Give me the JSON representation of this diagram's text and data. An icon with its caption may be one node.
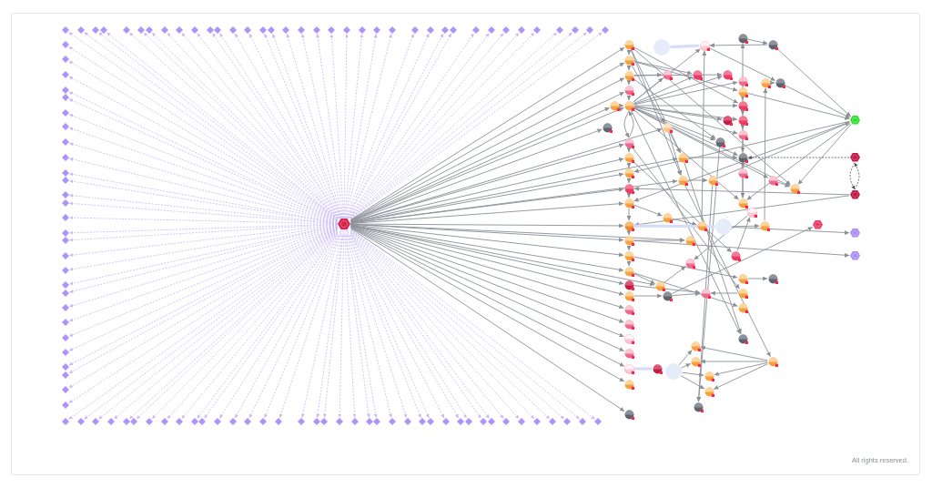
{
  "diagram": {
    "nodes": [
      {
        "text": [],
        "shape": "hexagon"
      },
      {
        "text": [],
        "shape": "diamond"
      },
      {
        "text": [],
        "shape": "diamond"
      },
      {
        "text": [],
        "shape": "diamond"
      },
      {
        "text": [],
        "shape": "diamond"
      },
      {
        "text": [],
        "shape": "diamond"
      },
      {
        "text": [],
        "shape": "diamond"
      },
      {
        "text": [],
        "shape": "diamond"
      },
      {
        "text": [],
        "shape": "diamond"
      },
      {
        "text": [],
        "shape": "diamond"
      },
      {
        "text": [],
        "shape": "diamond"
      },
      {
        "text": [],
        "shape": "diamond"
      },
      {
        "text": [],
        "shape": "diamond"
      },
      {
        "text": [],
        "shape": "diamond"
      },
      {
        "text": [],
        "shape": "diamond"
      },
      {
        "text": [],
        "shape": "diamond"
      },
      {
        "text": [],
        "shape": "diamond"
      },
      {
        "text": [],
        "shape": "diamond"
      },
      {
        "text": [],
        "shape": "diamond"
      },
      {
        "text": [],
        "shape": "diamond"
      },
      {
        "text": [],
        "shape": "diamond"
      },
      {
        "text": [],
        "shape": "diamond"
      },
      {
        "text": [],
        "shape": "diamond"
      },
      {
        "text": [],
        "shape": "diamond"
      },
      {
        "text": [],
        "shape": "diamond"
      },
      {
        "text": [],
        "shape": "diamond"
      },
      {
        "text": [],
        "shape": "diamond"
      },
      {
        "text": [],
        "shape": "diamond"
      },
      {
        "text": [],
        "shape": "diamond"
      },
      {
        "text": [],
        "shape": "diamond"
      },
      {
        "text": [],
        "shape": "diamond"
      },
      {
        "text": [],
        "shape": "diamond"
      },
      {
        "text": [],
        "shape": "diamond"
      },
      {
        "text": [],
        "shape": "diamond"
      },
      {
        "text": [],
        "shape": "diamond"
      },
      {
        "text": [],
        "shape": "diamond"
      },
      {
        "text": [],
        "shape": "diamond"
      },
      {
        "text": [],
        "shape": "diamond"
      },
      {
        "text": [],
        "shape": "diamond"
      },
      {
        "text": [],
        "shape": "diamond"
      },
      {
        "text": [],
        "shape": "diamond"
      },
      {
        "text": [],
        "shape": "diamond"
      },
      {
        "text": [],
        "shape": "diamond"
      },
      {
        "text": [],
        "shape": "diamond"
      },
      {
        "text": [],
        "shape": "diamond"
      },
      {
        "text": [],
        "shape": "diamond"
      },
      {
        "text": [],
        "shape": "diamond"
      },
      {
        "text": [],
        "shape": "diamond"
      },
      {
        "text": [],
        "shape": "diamond"
      },
      {
        "text": [],
        "shape": "diamond"
      },
      {
        "text": [],
        "shape": "diamond"
      },
      {
        "text": [],
        "shape": "diamond"
      },
      {
        "text": [],
        "shape": "diamond"
      },
      {
        "text": [],
        "shape": "diamond"
      },
      {
        "text": [],
        "shape": "diamond"
      },
      {
        "text": [],
        "shape": "diamond"
      },
      {
        "text": [],
        "shape": "diamond"
      },
      {
        "text": [],
        "shape": "diamond"
      },
      {
        "text": [],
        "shape": "diamond"
      },
      {
        "text": [],
        "shape": "diamond"
      },
      {
        "text": [],
        "shape": "diamond"
      },
      {
        "text": [],
        "shape": "diamond"
      },
      {
        "text": [],
        "shape": "diamond"
      },
      {
        "text": [],
        "shape": "diamond"
      },
      {
        "text": [],
        "shape": "diamond"
      },
      {
        "text": [],
        "shape": "diamond"
      },
      {
        "text": [],
        "shape": "diamond"
      },
      {
        "text": [],
        "shape": "diamond"
      },
      {
        "text": [],
        "shape": "diamond"
      },
      {
        "text": [],
        "shape": "diamond"
      },
      {
        "text": [],
        "shape": "diamond"
      },
      {
        "text": [],
        "shape": "diamond"
      },
      {
        "text": [],
        "shape": "diamond"
      },
      {
        "text": [],
        "shape": "diamond"
      },
      {
        "text": [],
        "shape": "diamond"
      },
      {
        "text": [],
        "shape": "diamond"
      },
      {
        "text": [],
        "shape": "diamond"
      },
      {
        "text": [],
        "shape": "diamond"
      },
      {
        "text": [],
        "shape": "diamond"
      },
      {
        "text": [],
        "shape": "diamond"
      },
      {
        "text": [],
        "shape": "diamond"
      },
      {
        "text": [],
        "shape": "diamond"
      },
      {
        "text": [],
        "shape": "diamond"
      },
      {
        "text": [],
        "shape": "diamond"
      },
      {
        "text": [],
        "shape": "diamond"
      },
      {
        "text": [],
        "shape": "diamond"
      },
      {
        "text": [],
        "shape": "diamond"
      },
      {
        "text": [],
        "shape": "diamond"
      },
      {
        "text": [],
        "shape": "diamond"
      },
      {
        "text": [],
        "shape": "diamond"
      },
      {
        "text": [],
        "shape": "diamond"
      },
      {
        "text": [],
        "shape": "diamond"
      },
      {
        "text": [],
        "shape": "diamond"
      },
      {
        "text": [],
        "shape": "diamond"
      },
      {
        "text": [],
        "shape": "diamond"
      },
      {
        "text": [],
        "shape": "diamond"
      },
      {
        "text": [],
        "shape": "diamond"
      },
      {
        "text": [],
        "shape": "diamond"
      },
      {
        "text": [],
        "shape": "diamond"
      },
      {
        "text": [],
        "shape": "diamond"
      },
      {
        "text": [],
        "shape": "diamond"
      },
      {
        "text": [],
        "shape": "diamond"
      },
      {
        "text": [],
        "shape": "diamond"
      },
      {
        "text": [],
        "shape": "diamond"
      },
      {
        "text": [],
        "shape": "diamond"
      },
      {
        "text": [],
        "shape": "circle"
      },
      {
        "text": [],
        "shape": "circle"
      },
      {
        "text": [],
        "shape": "circle"
      },
      {
        "text": [],
        "shape": "circle"
      },
      {
        "text": [],
        "shape": "circle"
      },
      {
        "text": [],
        "shape": "circle"
      },
      {
        "text": [],
        "shape": "circle"
      },
      {
        "text": [],
        "shape": "circle"
      },
      {
        "text": [],
        "shape": "circle"
      },
      {
        "text": [],
        "shape": "circle"
      },
      {
        "text": [],
        "shape": "circle"
      },
      {
        "text": [],
        "shape": "circle"
      },
      {
        "text": [],
        "shape": "circle"
      },
      {
        "text": [],
        "shape": "circle"
      },
      {
        "text": [],
        "shape": "circle"
      },
      {
        "text": [],
        "shape": "circle"
      },
      {
        "text": [],
        "shape": "circle"
      },
      {
        "text": [],
        "shape": "circle"
      },
      {
        "text": [],
        "shape": "circle"
      },
      {
        "text": [],
        "shape": "circle"
      },
      {
        "text": [],
        "shape": "circle"
      },
      {
        "text": [],
        "shape": "circle"
      },
      {
        "text": [],
        "shape": "circle"
      },
      {
        "text": [],
        "shape": "circle"
      },
      {
        "text": [],
        "shape": "circle"
      },
      {
        "text": [],
        "shape": "circle"
      },
      {
        "text": [],
        "shape": "circle"
      },
      {
        "text": [],
        "shape": "circle"
      },
      {
        "text": [],
        "shape": "circle"
      },
      {
        "text": [],
        "shape": "circle"
      },
      {
        "text": [],
        "shape": "circle"
      },
      {
        "text": [],
        "shape": "circle"
      },
      {
        "text": [],
        "shape": "circle"
      },
      {
        "text": [],
        "shape": "circle"
      },
      {
        "text": [],
        "shape": "circle"
      },
      {
        "text": [],
        "shape": "circle"
      },
      {
        "text": [],
        "shape": "circle"
      },
      {
        "text": [],
        "shape": "circle"
      },
      {
        "text": [],
        "shape": "hexagon"
      },
      {
        "text": [],
        "shape": "circle"
      },
      {
        "text": [],
        "shape": "circle"
      },
      {
        "text": [],
        "shape": "circle"
      },
      {
        "text": [],
        "shape": "circle"
      },
      {
        "text": [],
        "shape": "circle"
      },
      {
        "text": [],
        "shape": "circle"
      },
      {
        "text": [],
        "shape": "hexagon"
      },
      {
        "text": [],
        "shape": "circle"
      },
      {
        "text": [],
        "shape": "circle"
      },
      {
        "text": [],
        "shape": "circle"
      },
      {
        "text": [],
        "shape": "circle"
      },
      {
        "text": [],
        "shape": "circle"
      },
      {
        "text": [],
        "shape": "hexagon"
      },
      {
        "text": [],
        "shape": "circle"
      },
      {
        "text": [],
        "shape": "circle"
      },
      {
        "text": [],
        "shape": "circle"
      },
      {
        "text": [],
        "shape": "hexagon"
      },
      {
        "text": [],
        "shape": "circle"
      },
      {
        "text": [],
        "shape": "circle"
      },
      {
        "text": [],
        "shape": "circle"
      },
      {
        "text": [],
        "shape": "circle"
      },
      {
        "text": [],
        "shape": "hexagon"
      },
      {
        "text": [],
        "shape": "hexagon"
      },
      {
        "text": [],
        "shape": "circle"
      },
      {
        "text": [],
        "shape": "circle"
      },
      {
        "text": [],
        "shape": "circle"
      },
      {
        "text": [],
        "shape": "circle"
      },
      {
        "text": [],
        "shape": "circle"
      },
      {
        "text": [],
        "shape": "circle"
      },
      {
        "text": [],
        "shape": "circle"
      },
      {
        "text": [],
        "shape": "circle"
      },
      {
        "text": [],
        "shape": "circle"
      },
      {
        "text": [],
        "shape": "circle"
      },
      {
        "text": [],
        "shape": "circle"
      },
      {
        "text": [],
        "shape": "circle"
      },
      {
        "text": [],
        "shape": "circle"
      },
      {
        "text": [],
        "shape": "circle"
      },
      {
        "text": [],
        "shape": "circle"
      },
      {
        "text": [],
        "shape": "circle"
      },
      {
        "text": [],
        "shape": "circle"
      },
      {
        "text": [],
        "shape": "circle"
      }
    ],
    "edges": [
      {
        "from": 0,
        "to": 1,
        "arrow": "to",
        "style": "dashed",
        "color": "#c4b8f6"
      },
      {
        "from": 0,
        "to": 2,
        "arrow": "to",
        "style": "dashed",
        "color": "#c4b8f6"
      },
      {
        "from": 0,
        "to": 3,
        "arrow": "to",
        "style": "dashed",
        "color": "#c4b8f6"
      },
      {
        "from": 0,
        "to": 4,
        "arrow": "to",
        "style": "dashed",
        "color": "#c4b8f6"
      },
      {
        "from": 0,
        "to": 5,
        "arrow": "to",
        "style": "dashed",
        "color": "#c4b8f6"
      },
      {
        "from": 0,
        "to": 6,
        "arrow": "to",
        "style": "dashed",
        "color": "#c4b8f6"
      },
      {
        "from": 0,
        "to": 7,
        "arrow": "to",
        "style": "dashed",
        "color": "#c4b8f6"
      },
      {
        "from": 0,
        "to": 8,
        "arrow": "to",
        "style": "dashed",
        "color": "#c4b8f6"
      },
      {
        "from": 0,
        "to": 9,
        "arrow": "to",
        "style": "dashed",
        "color": "#c4b8f6"
      },
      {
        "from": 0,
        "to": 10,
        "arrow": "to",
        "style": "dashed",
        "color": "#c4b8f6"
      },
      {
        "from": 0,
        "to": 11,
        "arrow": "to",
        "style": "dashed",
        "color": "#c4b8f6"
      },
      {
        "from": 0,
        "to": 12,
        "arrow": "to",
        "style": "dashed",
        "color": "#c4b8f6"
      },
      {
        "from": 0,
        "to": 13,
        "arrow": "to",
        "style": "dashed",
        "color": "#c4b8f6"
      },
      {
        "from": 0,
        "to": 14,
        "arrow": "to",
        "style": "dashed",
        "color": "#c4b8f6"
      },
      {
        "from": 0,
        "to": 15,
        "arrow": "to",
        "style": "dashed",
        "color": "#c4b8f6"
      },
      {
        "from": 0,
        "to": 16,
        "arrow": "to",
        "style": "dashed",
        "color": "#c4b8f6"
      },
      {
        "from": 0,
        "to": 17,
        "arrow": "to",
        "style": "dashed",
        "color": "#c4b8f6"
      },
      {
        "from": 0,
        "to": 18,
        "arrow": "to",
        "style": "dashed",
        "color": "#c4b8f6"
      },
      {
        "from": 0,
        "to": 19,
        "arrow": "to",
        "style": "dashed",
        "color": "#c4b8f6"
      },
      {
        "from": 0,
        "to": 20,
        "arrow": "to",
        "style": "dashed",
        "color": "#c4b8f6"
      },
      {
        "from": 0,
        "to": 21,
        "arrow": "to",
        "style": "dashed",
        "color": "#c4b8f6"
      },
      {
        "from": 0,
        "to": 22,
        "arrow": "to",
        "style": "dashed",
        "color": "#c4b8f6"
      },
      {
        "from": 0,
        "to": 23,
        "arrow": "to",
        "style": "dashed",
        "color": "#c4b8f6"
      },
      {
        "from": 0,
        "to": 24,
        "arrow": "to",
        "style": "dashed",
        "color": "#c4b8f6"
      },
      {
        "from": 0,
        "to": 25,
        "arrow": "to",
        "style": "dashed",
        "color": "#c4b8f6"
      },
      {
        "from": 0,
        "to": 26,
        "arrow": "to",
        "style": "dashed",
        "color": "#c4b8f6"
      },
      {
        "from": 0,
        "to": 27,
        "arrow": "to",
        "style": "dashed",
        "color": "#c4b8f6"
      },
      {
        "from": 0,
        "to": 28,
        "arrow": "to",
        "style": "dashed",
        "color": "#c4b8f6"
      },
      {
        "from": 0,
        "to": 29,
        "arrow": "to",
        "style": "dashed",
        "color": "#c4b8f6"
      },
      {
        "from": 0,
        "to": 30,
        "arrow": "to",
        "style": "dashed",
        "color": "#c4b8f6"
      },
      {
        "from": 0,
        "to": 31,
        "arrow": "to",
        "style": "dashed",
        "color": "#c4b8f6"
      },
      {
        "from": 0,
        "to": 32,
        "arrow": "to",
        "style": "dashed",
        "color": "#c4b8f6"
      },
      {
        "from": 0,
        "to": 33,
        "arrow": "to",
        "style": "dashed",
        "color": "#c4b8f6"
      },
      {
        "from": 0,
        "to": 34,
        "arrow": "to",
        "style": "dashed",
        "color": "#c4b8f6"
      },
      {
        "from": 0,
        "to": 35,
        "arrow": "to",
        "style": "dashed",
        "color": "#c4b8f6"
      },
      {
        "from": 0,
        "to": 36,
        "arrow": "to",
        "style": "dashed",
        "color": "#c4b8f6"
      },
      {
        "from": 0,
        "to": 37,
        "arrow": "to",
        "style": "dashed",
        "color": "#c4b8f6"
      },
      {
        "from": 0,
        "to": 38,
        "arrow": "to",
        "style": "dashed",
        "color": "#c4b8f6"
      },
      {
        "from": 0,
        "to": 39,
        "arrow": "to",
        "style": "dashed",
        "color": "#c4b8f6"
      },
      {
        "from": 0,
        "to": 40,
        "arrow": "to",
        "style": "dashed",
        "color": "#c4b8f6"
      },
      {
        "from": 0,
        "to": 41,
        "arrow": "to",
        "style": "dashed",
        "color": "#c4b8f6"
      },
      {
        "from": 0,
        "to": 42,
        "arrow": "to",
        "style": "dashed",
        "color": "#c4b8f6"
      },
      {
        "from": 0,
        "to": 43,
        "arrow": "to",
        "style": "dashed",
        "color": "#c4b8f6"
      },
      {
        "from": 0,
        "to": 44,
        "arrow": "to",
        "style": "dashed",
        "color": "#c4b8f6"
      },
      {
        "from": 0,
        "to": 45,
        "arrow": "to",
        "style": "dashed",
        "color": "#c4b8f6"
      },
      {
        "from": 0,
        "to": 46,
        "arrow": "to",
        "style": "dashed",
        "color": "#c4b8f6"
      },
      {
        "from": 0,
        "to": 47,
        "arrow": "to",
        "style": "dashed",
        "color": "#c4b8f6"
      },
      {
        "from": 0,
        "to": 48,
        "arrow": "to",
        "style": "dashed",
        "color": "#c4b8f6"
      },
      {
        "from": 0,
        "to": 49,
        "arrow": "to",
        "style": "dashed",
        "color": "#c4b8f6"
      },
      {
        "from": 0,
        "to": 50,
        "arrow": "to",
        "style": "dashed",
        "color": "#c4b8f6"
      },
      {
        "from": 0,
        "to": 51,
        "arrow": "to",
        "style": "dashed",
        "color": "#c4b8f6"
      },
      {
        "from": 0,
        "to": 52,
        "arrow": "to",
        "style": "dashed",
        "color": "#c4b8f6"
      },
      {
        "from": 0,
        "to": 53,
        "arrow": "to",
        "style": "dashed",
        "color": "#c4b8f6"
      },
      {
        "from": 0,
        "to": 54,
        "arrow": "to",
        "style": "dashed",
        "color": "#c4b8f6"
      },
      {
        "from": 0,
        "to": 55,
        "arrow": "to",
        "style": "dashed",
        "color": "#c4b8f6"
      },
      {
        "from": 0,
        "to": 56,
        "arrow": "to",
        "style": "dashed",
        "color": "#c4b8f6"
      },
      {
        "from": 0,
        "to": 57,
        "arrow": "to",
        "style": "dashed",
        "color": "#c4b8f6"
      },
      {
        "from": 0,
        "to": 58,
        "arrow": "to",
        "style": "dashed",
        "color": "#c4b8f6"
      },
      {
        "from": 0,
        "to": 59,
        "arrow": "to",
        "style": "dashed",
        "color": "#c4b8f6"
      },
      {
        "from": 0,
        "to": 60,
        "arrow": "to",
        "style": "dashed",
        "color": "#c4b8f6"
      },
      {
        "from": 0,
        "to": 61,
        "arrow": "to",
        "style": "dashed",
        "color": "#c4b8f6"
      },
      {
        "from": 0,
        "to": 62,
        "arrow": "to",
        "style": "dashed",
        "color": "#c4b8f6"
      },
      {
        "from": 0,
        "to": 63,
        "arrow": "to",
        "style": "dashed",
        "color": "#c4b8f6"
      },
      {
        "from": 0,
        "to": 64,
        "arrow": "to",
        "style": "dashed",
        "color": "#c4b8f6"
      },
      {
        "from": 0,
        "to": 65,
        "arrow": "to",
        "style": "dashed",
        "color": "#c4b8f6"
      },
      {
        "from": 0,
        "to": 66,
        "arrow": "to",
        "style": "dashed",
        "color": "#c4b8f6"
      },
      {
        "from": 0,
        "to": 67,
        "arrow": "to",
        "style": "dashed",
        "color": "#c4b8f6"
      },
      {
        "from": 0,
        "to": 68,
        "arrow": "to",
        "style": "dashed",
        "color": "#c4b8f6"
      },
      {
        "from": 0,
        "to": 69,
        "arrow": "to",
        "style": "dashed",
        "color": "#c4b8f6"
      },
      {
        "from": 0,
        "to": 70,
        "arrow": "to",
        "style": "dashed",
        "color": "#c4b8f6"
      },
      {
        "from": 0,
        "to": 71,
        "arrow": "to",
        "style": "dashed",
        "color": "#c4b8f6"
      },
      {
        "from": 0,
        "to": 72,
        "arrow": "to",
        "style": "dashed",
        "color": "#c4b8f6"
      },
      {
        "from": 0,
        "to": 73,
        "arrow": "to",
        "style": "dashed",
        "color": "#c4b8f6"
      },
      {
        "from": 0,
        "to": 74,
        "arrow": "to",
        "style": "dashed",
        "color": "#c4b8f6"
      },
      {
        "from": 0,
        "to": 75,
        "arrow": "to",
        "style": "dashed",
        "color": "#c4b8f6"
      },
      {
        "from": 0,
        "to": 76,
        "arrow": "to",
        "style": "dashed",
        "color": "#c4b8f6"
      },
      {
        "from": 0,
        "to": 77,
        "arrow": "to",
        "style": "dashed",
        "color": "#c4b8f6"
      },
      {
        "from": 0,
        "to": 78,
        "arrow": "to",
        "style": "dashed",
        "color": "#c4b8f6"
      },
      {
        "from": 0,
        "to": 79,
        "arrow": "to",
        "style": "dashed",
        "color": "#c4b8f6"
      },
      {
        "from": 0,
        "to": 80,
        "arrow": "to",
        "style": "dashed",
        "color": "#c4b8f6"
      },
      {
        "from": 0,
        "to": 81,
        "arrow": "to",
        "style": "dashed",
        "color": "#c4b8f6"
      },
      {
        "from": 0,
        "to": 82,
        "arrow": "to",
        "style": "dashed",
        "color": "#c4b8f6"
      },
      {
        "from": 0,
        "to": 83,
        "arrow": "to",
        "style": "dashed",
        "color": "#c4b8f6"
      },
      {
        "from": 0,
        "to": 84,
        "arrow": "to",
        "style": "dashed",
        "color": "#c4b8f6"
      },
      {
        "from": 0,
        "to": 85,
        "arrow": "to",
        "style": "dashed",
        "color": "#c4b8f6"
      },
      {
        "from": 0,
        "to": 86,
        "arrow": "to",
        "style": "dashed",
        "color": "#c4b8f6"
      },
      {
        "from": 0,
        "to": 87,
        "arrow": "to",
        "style": "dashed",
        "color": "#c4b8f6"
      },
      {
        "from": 0,
        "to": 88,
        "arrow": "to",
        "style": "dashed",
        "color": "#c4b8f6"
      },
      {
        "from": 0,
        "to": 89,
        "arrow": "to",
        "style": "dashed",
        "color": "#c4b8f6"
      },
      {
        "from": 0,
        "to": 90,
        "arrow": "to",
        "style": "dashed",
        "color": "#c4b8f6"
      },
      {
        "from": 0,
        "to": 91,
        "arrow": "to",
        "style": "dashed",
        "color": "#c4b8f6"
      },
      {
        "from": 0,
        "to": 92,
        "arrow": "to",
        "style": "dashed",
        "color": "#c4b8f6"
      },
      {
        "from": 0,
        "to": 93,
        "arrow": "to",
        "style": "dashed",
        "color": "#c4b8f6"
      },
      {
        "from": 0,
        "to": 94,
        "arrow": "to",
        "style": "dashed",
        "color": "#c4b8f6"
      },
      {
        "from": 0,
        "to": 95,
        "arrow": "to",
        "style": "dashed",
        "color": "#c4b8f6"
      },
      {
        "from": 0,
        "to": 96,
        "arrow": "to",
        "style": "dashed",
        "color": "#c4b8f6"
      },
      {
        "from": 0,
        "to": 97,
        "arrow": "to",
        "style": "dashed",
        "color": "#c4b8f6"
      },
      {
        "from": 0,
        "to": 98,
        "arrow": "to",
        "style": "dashed",
        "color": "#c4b8f6"
      },
      {
        "from": 0,
        "to": 99,
        "arrow": "to",
        "style": "dashed",
        "color": "#c4b8f6"
      },
      {
        "from": 0,
        "to": 100,
        "arrow": "to",
        "style": "dashed",
        "color": "#c4b8f6"
      },
      {
        "from": 0,
        "to": 101,
        "arrow": "to",
        "style": "dashed",
        "color": "#c4b8f6"
      },
      {
        "from": 0,
        "to": 102,
        "arrow": "to",
        "style": "dashed",
        "color": "#c4b8f6"
      },
      {
        "from": 0,
        "to": 103,
        "arrow": "to",
        "style": "dashed",
        "color": "#c4b8f6"
      },
      {
        "from": 0,
        "to": 104,
        "arrow": "to",
        "style": "dashed",
        "color": "#c4b8f6"
      },
      {
        "from": 0,
        "to": 105,
        "arrow": "to"
      },
      {
        "from": 0,
        "to": 106,
        "arrow": "to"
      },
      {
        "from": 0,
        "to": 107,
        "arrow": "to"
      },
      {
        "from": 0,
        "to": 108,
        "arrow": "to"
      },
      {
        "from": 0,
        "to": 109,
        "arrow": "to"
      },
      {
        "from": 0,
        "to": 110,
        "arrow": "to"
      },
      {
        "from": 0,
        "to": 111,
        "arrow": "to"
      },
      {
        "from": 0,
        "to": 112,
        "arrow": "to"
      },
      {
        "from": 0,
        "to": 113,
        "arrow": "to"
      },
      {
        "from": 0,
        "to": 114,
        "arrow": "to"
      },
      {
        "from": 0,
        "to": 115,
        "arrow": "to"
      },
      {
        "from": 0,
        "to": 116,
        "arrow": "to"
      },
      {
        "from": 0,
        "to": 117,
        "arrow": "to"
      },
      {
        "from": 0,
        "to": 118,
        "arrow": "to"
      },
      {
        "from": 0,
        "to": 119,
        "arrow": "to"
      },
      {
        "from": 0,
        "to": 120,
        "arrow": "to"
      },
      {
        "from": 0,
        "to": 121,
        "arrow": "to"
      },
      {
        "from": 0,
        "to": 122,
        "arrow": "to"
      },
      {
        "from": 0,
        "to": 123,
        "arrow": "to"
      },
      {
        "from": 0,
        "to": 124,
        "arrow": "to"
      },
      {
        "from": 0,
        "to": 125,
        "arrow": "to"
      },
      {
        "from": 0,
        "to": 126,
        "arrow": "to"
      },
      {
        "from": 0,
        "to": 127,
        "arrow": "to"
      },
      {
        "from": 0,
        "to": 139,
        "arrow": "to"
      },
      {
        "from": 0,
        "to": 144,
        "arrow": "to"
      },
      {
        "from": 0,
        "to": 145,
        "arrow": "to"
      },
      {
        "from": 0,
        "to": 148,
        "arrow": "to"
      },
      {
        "from": 0,
        "to": 152,
        "arrow": "to"
      },
      {
        "from": 0,
        "to": 164,
        "arrow": "to"
      },
      {
        "from": 0,
        "to": 171,
        "arrow": "to"
      },
      {
        "from": 105,
        "to": 106,
        "arrow": "to"
      },
      {
        "from": 106,
        "to": 107,
        "arrow": "to"
      },
      {
        "from": 107,
        "to": 108,
        "arrow": "to"
      },
      {
        "from": 108,
        "to": 109,
        "arrow": "to"
      },
      {
        "from": 109,
        "to": 110,
        "arrow": "to"
      },
      {
        "from": 110,
        "to": 109,
        "arrow": "to"
      },
      {
        "from": 110,
        "to": 111,
        "arrow": "to"
      },
      {
        "from": 111,
        "to": 112,
        "arrow": "to"
      },
      {
        "from": 112,
        "to": 113,
        "arrow": "to"
      },
      {
        "from": 113,
        "to": 114,
        "arrow": "to"
      },
      {
        "from": 114,
        "to": 115,
        "arrow": "to"
      },
      {
        "from": 115,
        "to": 116,
        "arrow": "to"
      },
      {
        "from": 116,
        "to": 117,
        "arrow": "to"
      },
      {
        "from": 117,
        "to": 118,
        "arrow": "to"
      },
      {
        "from": 139,
        "to": 109,
        "arrow": "to"
      },
      {
        "from": 109,
        "to": 129,
        "arrow": "to"
      },
      {
        "from": 109,
        "to": 132,
        "arrow": "to"
      },
      {
        "from": 109,
        "to": 133,
        "arrow": "to"
      },
      {
        "from": 109,
        "to": 134,
        "arrow": "to"
      },
      {
        "from": 109,
        "to": 135,
        "arrow": "to"
      },
      {
        "from": 109,
        "to": 140,
        "arrow": "to"
      },
      {
        "from": 109,
        "to": 141,
        "arrow": "to"
      },
      {
        "from": 109,
        "to": 142,
        "arrow": "to"
      },
      {
        "from": 109,
        "to": 146,
        "arrow": "to"
      },
      {
        "from": 109,
        "to": 147,
        "arrow": "to"
      },
      {
        "from": 109,
        "to": 149,
        "arrow": "to"
      },
      {
        "from": 109,
        "to": 155,
        "arrow": "to"
      },
      {
        "from": 109,
        "to": 157,
        "arrow": "to"
      },
      {
        "from": 109,
        "to": 176,
        "arrow": "to"
      },
      {
        "from": 109,
        "to": 154,
        "arrow": "to"
      },
      {
        "from": 105,
        "to": 140,
        "arrow": "to"
      },
      {
        "from": 105,
        "to": 148,
        "arrow": "to"
      },
      {
        "from": 105,
        "to": 152,
        "arrow": "to"
      },
      {
        "from": 105,
        "to": 155,
        "arrow": "to"
      },
      {
        "from": 106,
        "to": 133,
        "arrow": "to"
      },
      {
        "from": 106,
        "to": 145,
        "arrow": "to"
      },
      {
        "from": 106,
        "to": 136,
        "arrow": "to"
      },
      {
        "from": 107,
        "to": 132,
        "arrow": "to"
      },
      {
        "from": 107,
        "to": 134,
        "arrow": "to"
      },
      {
        "from": 107,
        "to": 147,
        "arrow": "to"
      },
      {
        "from": 130,
        "to": 131,
        "arrow": "to"
      },
      {
        "from": 131,
        "to": 129,
        "arrow": "to"
      },
      {
        "from": 129,
        "to": 138,
        "arrow": "to"
      },
      {
        "from": 137,
        "to": 138,
        "arrow": "to"
      },
      {
        "from": 138,
        "to": 143,
        "arrow": "to"
      },
      {
        "from": 131,
        "to": 143,
        "arrow": "to"
      },
      {
        "from": 136,
        "to": 143,
        "arrow": "to"
      },
      {
        "from": 143,
        "to": 112,
        "arrow": "to"
      },
      {
        "from": 143,
        "to": 114,
        "arrow": "to"
      },
      {
        "from": 143,
        "to": 155,
        "arrow": "to"
      },
      {
        "from": 143,
        "to": 157,
        "arrow": "to"
      },
      {
        "from": 145,
        "to": 148,
        "arrow": "to"
      },
      {
        "from": 145,
        "to": 152,
        "arrow": "to"
      },
      {
        "from": 148,
        "to": 149,
        "arrow": "to"
      },
      {
        "from": 148,
        "to": 176,
        "arrow": "to"
      },
      {
        "from": 150,
        "to": 149,
        "arrow": "to",
        "style": "dashed",
        "color": "#4b5058"
      },
      {
        "from": 150,
        "to": 156,
        "arrow": "to",
        "style": "dashed",
        "color": "#4b5058"
      },
      {
        "from": 156,
        "to": 150,
        "arrow": "to",
        "style": "dashed",
        "color": "#4b5058"
      },
      {
        "from": 156,
        "to": 113,
        "arrow": "to"
      },
      {
        "from": 156,
        "to": 115,
        "arrow": "to"
      },
      {
        "from": 152,
        "to": 153,
        "arrow": "to"
      },
      {
        "from": 153,
        "to": 143,
        "arrow": "to"
      },
      {
        "from": 152,
        "to": 184,
        "arrow": "to"
      },
      {
        "from": 154,
        "to": 155,
        "arrow": "to"
      },
      {
        "from": 157,
        "to": 130,
        "arrow": "to"
      },
      {
        "from": 161,
        "to": 129,
        "arrow": "to"
      },
      {
        "from": 163,
        "to": 137,
        "arrow": "to"
      },
      {
        "from": 162,
        "to": 163,
        "arrow": "to"
      },
      {
        "from": 114,
        "to": 159,
        "arrow": "to"
      },
      {
        "from": 159,
        "to": 161,
        "arrow": "to"
      },
      {
        "from": 116,
        "to": 164,
        "arrow": "to"
      },
      {
        "from": 116,
        "to": 166,
        "arrow": "to"
      },
      {
        "from": 162,
        "to": 165,
        "arrow": "to"
      },
      {
        "from": 158,
        "to": 168,
        "arrow": "to"
      },
      {
        "from": 167,
        "to": 158,
        "arrow": "to"
      },
      {
        "from": 169,
        "to": 170,
        "arrow": "to"
      },
      {
        "from": 117,
        "to": 169,
        "arrow": "to"
      },
      {
        "from": 118,
        "to": 171,
        "arrow": "to"
      },
      {
        "from": 171,
        "to": 168,
        "arrow": "to"
      },
      {
        "from": 120,
        "to": 172,
        "arrow": "to"
      },
      {
        "from": 172,
        "to": 160,
        "arrow": "to"
      },
      {
        "from": 172,
        "to": 173,
        "arrow": "to"
      },
      {
        "from": 118,
        "to": 175,
        "arrow": "to"
      },
      {
        "from": 119,
        "to": 173,
        "arrow": "to"
      },
      {
        "from": 174,
        "to": 173,
        "arrow": "to"
      },
      {
        "from": 110,
        "to": 174,
        "arrow": "to"
      },
      {
        "from": 111,
        "to": 167,
        "arrow": "to"
      },
      {
        "from": 147,
        "to": 183,
        "arrow": "to"
      },
      {
        "from": 153,
        "to": 183,
        "arrow": "to"
      },
      {
        "from": 180,
        "to": 177,
        "arrow": "to"
      },
      {
        "from": 180,
        "to": 178,
        "arrow": "to"
      },
      {
        "from": 180,
        "to": 181,
        "arrow": "to"
      },
      {
        "from": 180,
        "to": 182,
        "arrow": "to"
      },
      {
        "from": 184,
        "to": 177,
        "arrow": "to"
      },
      {
        "from": 184,
        "to": 178,
        "arrow": "to"
      },
      {
        "from": 184,
        "to": 181,
        "arrow": "to"
      },
      {
        "from": 184,
        "to": 182,
        "arrow": "to"
      },
      {
        "from": 135,
        "to": 136,
        "arrow": "to"
      },
      {
        "from": 136,
        "to": 140,
        "arrow": "to"
      },
      {
        "from": 140,
        "to": 142,
        "arrow": "to"
      },
      {
        "from": 142,
        "to": 146,
        "arrow": "to"
      },
      {
        "from": 146,
        "to": 149,
        "arrow": "to"
      },
      {
        "from": 149,
        "to": 151,
        "arrow": "to"
      },
      {
        "from": 151,
        "to": 157,
        "arrow": "to"
      },
      {
        "from": 128,
        "to": 129,
        "arrow": "none",
        "style": "thick",
        "color": "#d6ddf9"
      },
      {
        "from": 115,
        "to": 162,
        "arrow": "none",
        "style": "thick",
        "color": "#d6ddf9"
      },
      {
        "from": 125,
        "to": 179,
        "arrow": "none",
        "style": "thick",
        "color": "#d6ddf9"
      }
    ],
    "labels": [
      "All rights reserved."
    ]
  }
}
